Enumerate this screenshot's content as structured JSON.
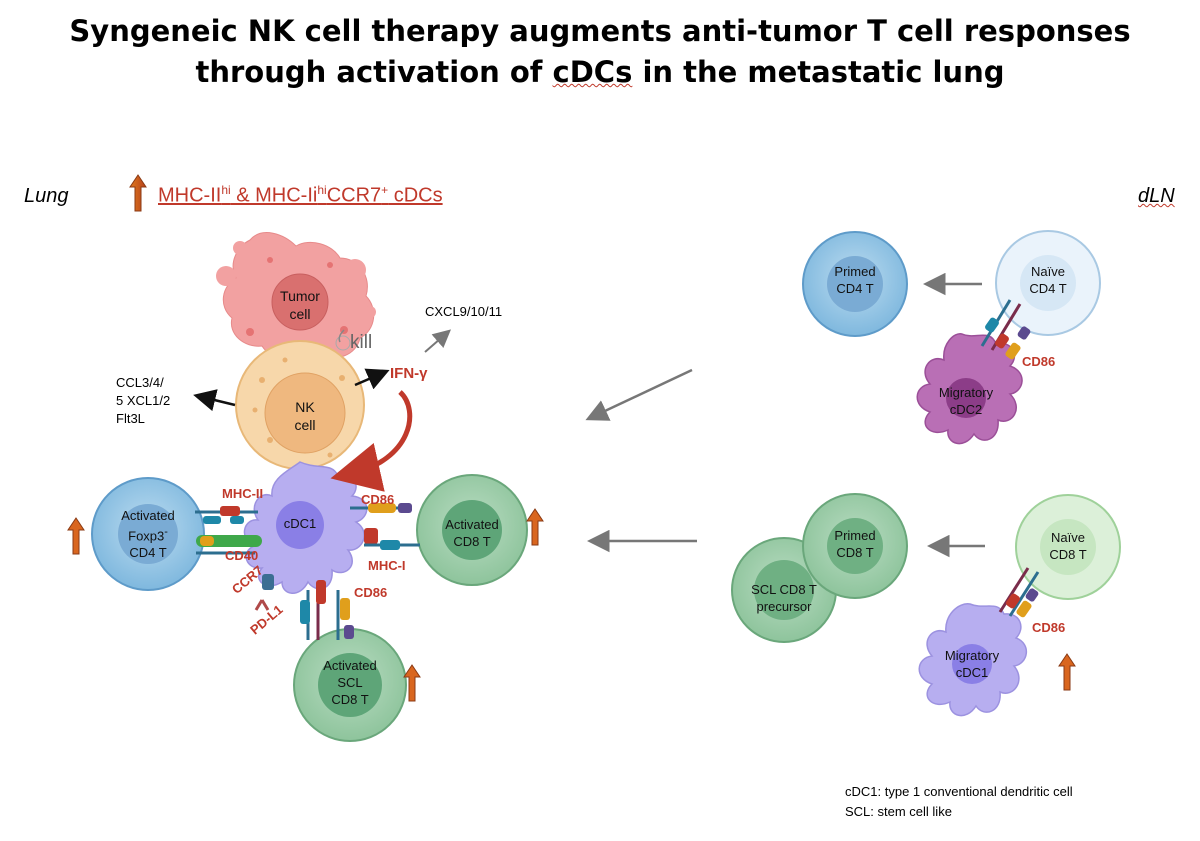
{
  "title": {
    "line1": "Syngeneic NK cell therapy augments anti-tumor T cell responses",
    "line2_pre": "through activation of ",
    "line2_cdcs": "cDCs",
    "line2_post": " in the metastatic lung"
  },
  "header": {
    "lung": "Lung",
    "dln": "dLN",
    "mhc_part1": "MHC-II",
    "mhc_sup1": "hi",
    "mhc_part2": " & MHC-Ii",
    "mhc_sup2": "hi",
    "mhc_part3": "CCR7",
    "mhc_sup3": "+",
    "mhc_part4": " cDCs"
  },
  "lung": {
    "tumor": [
      "Tumor",
      "cell"
    ],
    "kill": "kill",
    "nk": [
      "NK",
      "cell"
    ],
    "ifn": "IFN-γ",
    "cxcl": "CXCL9/10/11",
    "ccl": [
      "CCL3/4/",
      "5 XCL1/2",
      "Flt3L"
    ],
    "cdc1": "cDC1",
    "act_cd4": [
      "Activated",
      "Foxp3",
      "-",
      "CD4 T"
    ],
    "act_cd8": [
      "Activated",
      "CD8 T"
    ],
    "act_scl": [
      "Activated",
      "SCL",
      "CD8 T"
    ],
    "mhc2": "MHC-II",
    "cd40": "CD40",
    "ccr7": "CCR7",
    "pdl1": "PD-L1",
    "cd86a": "CD86",
    "mhc1": "MHC-I",
    "cd86b": "CD86"
  },
  "dln": {
    "primed_cd4": [
      "Primed",
      "CD4 T"
    ],
    "naive_cd4": [
      "Naïve",
      "CD4 T"
    ],
    "cd86_cd4": "CD86",
    "mig_cdc2": [
      "Migratory",
      "cDC2"
    ],
    "primed_cd8": [
      "Primed",
      "CD8 T"
    ],
    "scl_precursor": [
      "SCL CD8 T",
      "precursor"
    ],
    "naive_cd8": [
      "Naïve",
      "CD8 T"
    ],
    "cd86_cd8": "CD86",
    "mig_cdc1": [
      "Migratory",
      "cDC1"
    ]
  },
  "footnote": {
    "line1": "cDC1: type 1 conventional dendritic cell",
    "line2": "SCL: stem cell like"
  }
}
